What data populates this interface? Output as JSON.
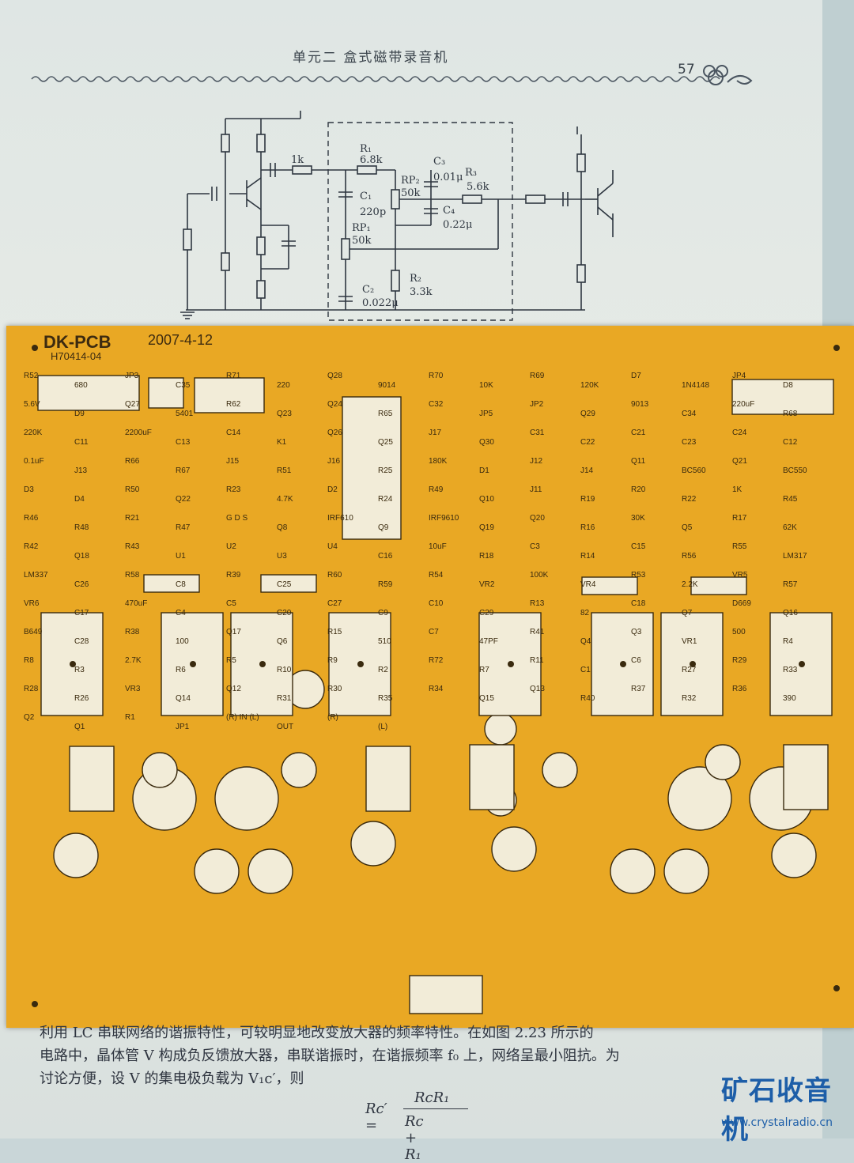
{
  "page": {
    "header_title": "单元二  盒式磁带录音机",
    "page_number": "57"
  },
  "schematic": {
    "labels": {
      "r_1k": "1k",
      "r1": "R₁",
      "r1_val": "6.8k",
      "c3": "C₃",
      "c3_val": "0.01μ",
      "rp2": "RP₂",
      "rp2_val": "50k",
      "r3": "R₃",
      "r3_val": "5.6k",
      "c1": "C₁",
      "c1_val": "220p",
      "c4": "C₄",
      "c4_val": "0.22μ",
      "rp1": "RP₁",
      "rp1_val": "50k",
      "c2": "C₂",
      "c2_val": "0.022μ",
      "r2": "R₂",
      "r2_val": "3.3k"
    }
  },
  "pcb": {
    "title": "DK-PCB",
    "date": "2007-4-12",
    "code": "H70414-04",
    "labels": [
      "R52",
      "680",
      "JP3",
      "C35",
      "R71",
      "220",
      "Q28",
      "9014",
      "R70",
      "10K",
      "R69",
      "120K",
      "D7",
      "1N4148",
      "JP4",
      "D8",
      "5.6V",
      "D9",
      "Q27",
      "5401",
      "R62",
      "Q23",
      "Q24",
      "R65",
      "C32",
      "JP5",
      "JP2",
      "Q29",
      "9013",
      "C34",
      "220uF",
      "R68",
      "220K",
      "C11",
      "2200uF",
      "C13",
      "C14",
      "K1",
      "Q26",
      "Q25",
      "J17",
      "Q30",
      "C31",
      "C22",
      "C21",
      "C23",
      "C24",
      "C12",
      "0.1uF",
      "J13",
      "R66",
      "R67",
      "J15",
      "R51",
      "J16",
      "R25",
      "180K",
      "D1",
      "J12",
      "J14",
      "Q11",
      "BC560",
      "Q21",
      "BC550",
      "D3",
      "D4",
      "R50",
      "Q22",
      "R23",
      "4.7K",
      "D2",
      "R24",
      "R49",
      "Q10",
      "J11",
      "R19",
      "R20",
      "R22",
      "1K",
      "R45",
      "R46",
      "R48",
      "R21",
      "R47",
      "G D S",
      "Q8",
      "IRF610",
      "Q9",
      "IRF9610",
      "Q19",
      "Q20",
      "R16",
      "30K",
      "Q5",
      "R17",
      "62K",
      "R42",
      "Q18",
      "R43",
      "U1",
      "U2",
      "U3",
      "U4",
      "C16",
      "10uF",
      "R18",
      "C3",
      "R14",
      "C15",
      "R56",
      "R55",
      "LM317",
      "LM337",
      "C26",
      "R58",
      "C8",
      "R39",
      "C25",
      "R60",
      "R59",
      "R54",
      "VR2",
      "100K",
      "VR4",
      "R53",
      "2.2K",
      "VR5",
      "R57",
      "VR6",
      "C17",
      "470uF",
      "C4",
      "C5",
      "C20",
      "C27",
      "C9",
      "C10",
      "C29",
      "R13",
      "82",
      "C18",
      "Q7",
      "D669",
      "Q16",
      "B649",
      "C28",
      "R38",
      "100",
      "Q17",
      "Q6",
      "R15",
      "510",
      "C7",
      "47PF",
      "R41",
      "Q4",
      "Q3",
      "VR1",
      "500",
      "R4",
      "R8",
      "R3",
      "2.7K",
      "R6",
      "R5",
      "R10",
      "R9",
      "R2",
      "R72",
      "R7",
      "R11",
      "C1",
      "C6",
      "R27",
      "R29",
      "R33",
      "R28",
      "R26",
      "VR3",
      "Q14",
      "Q12",
      "R31",
      "R30",
      "R35",
      "R34",
      "Q15",
      "Q13",
      "R40",
      "R37",
      "R32",
      "R36",
      "390",
      "Q2",
      "Q1",
      "R1",
      "JP1",
      "(R)  IN  (L)",
      "OUT",
      "(R)",
      "(L)"
    ]
  },
  "body_text": {
    "line1": "利用 LC 串联网络的谐振特性，可较明显地改变放大器的频率特性。在如图 2.23 所示的",
    "line2": "电路中，晶体管 V 构成负反馈放大器，串联谐振时，在谐振频率 f₀ 上，网络呈最小阻抗。为",
    "line3": "讨论方便，设 V 的集电极负载为 V₁c′，则",
    "formula_lhs": "Rc′ =",
    "formula_num": "RcR₁",
    "formula_den": "Rc + R₁"
  },
  "watermark": {
    "brand": "矿石收音机",
    "url": "www.crystalradio.cn"
  }
}
